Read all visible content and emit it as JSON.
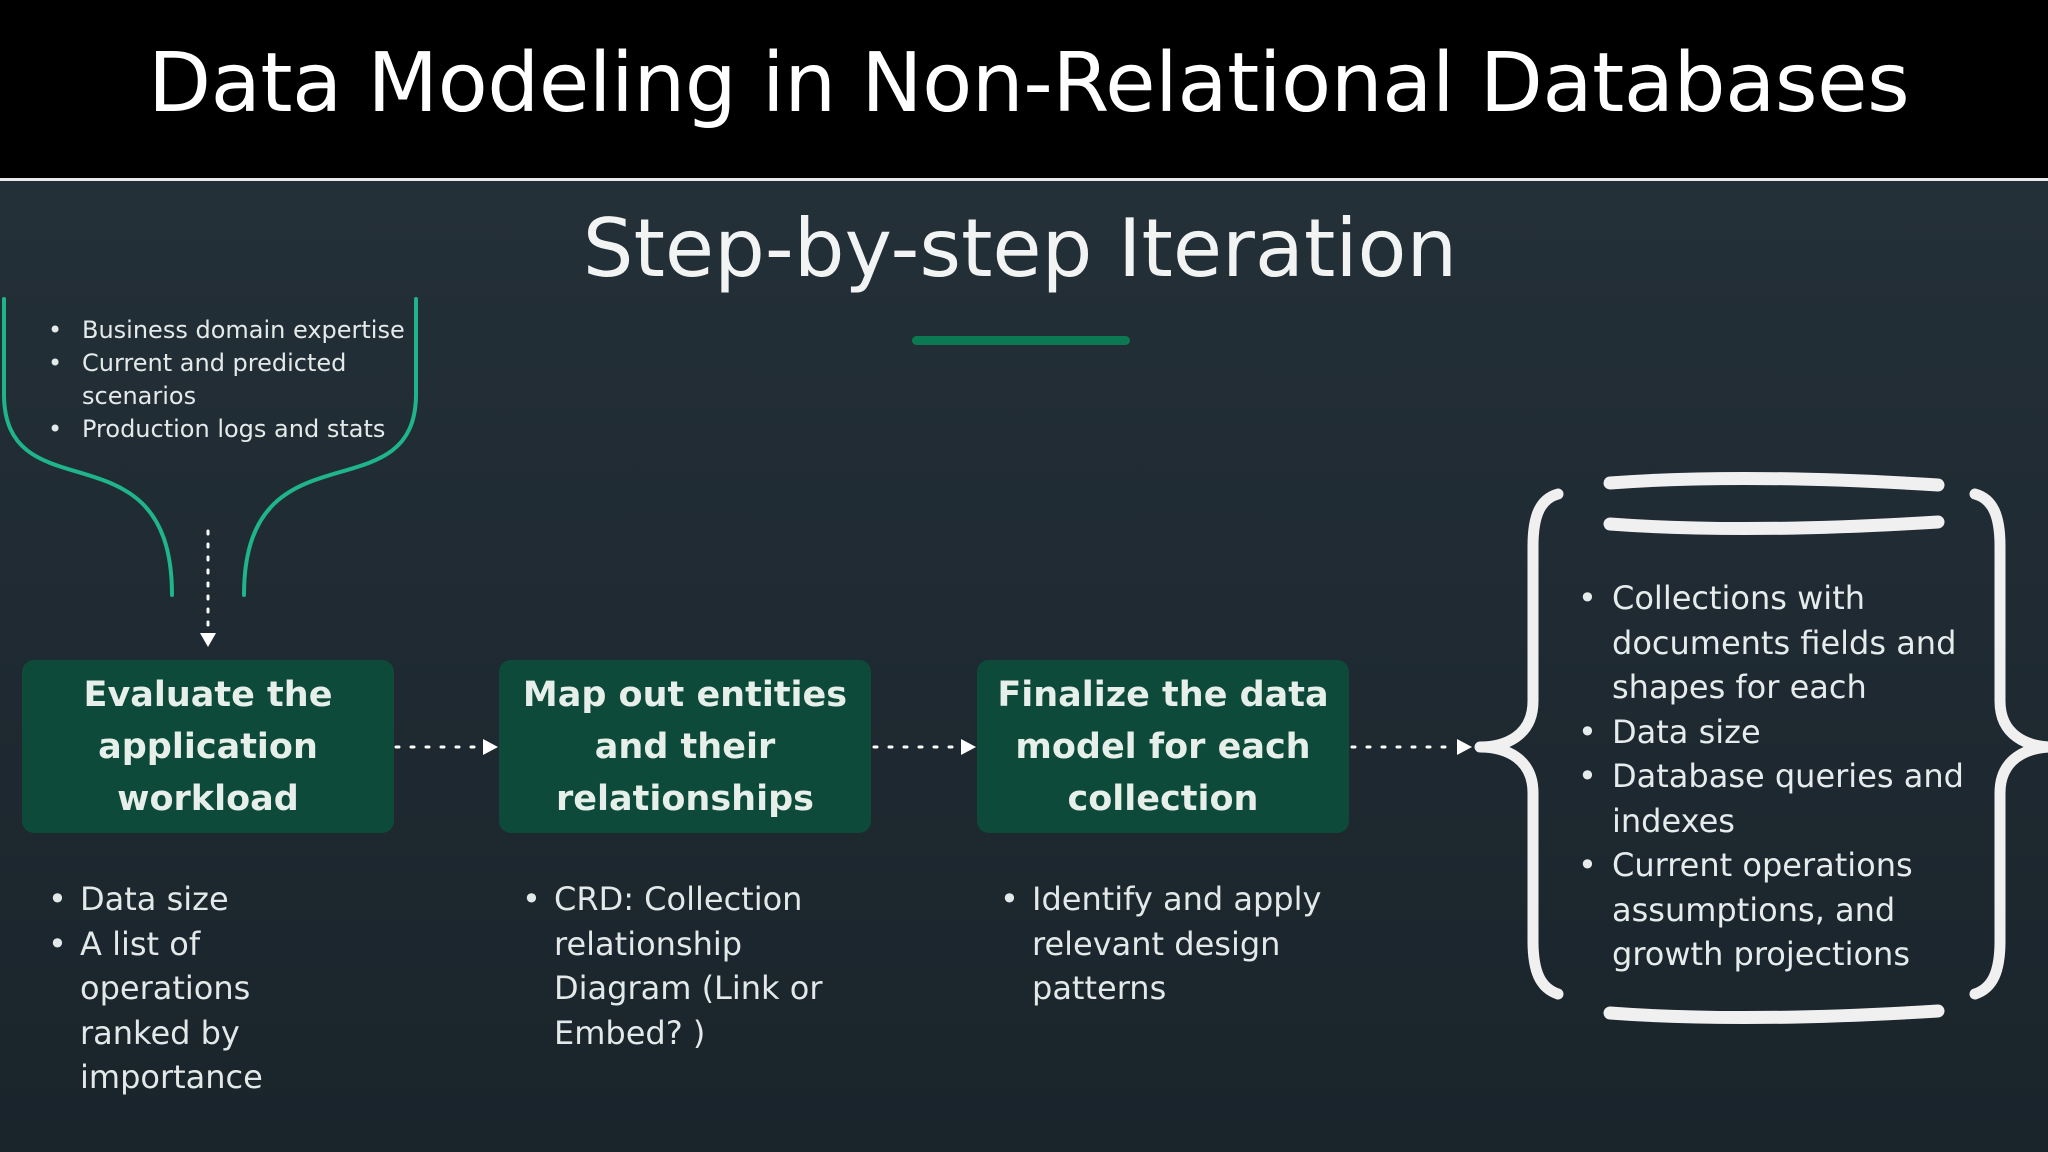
{
  "header": {
    "title": "Data Modeling in Non-Relational Databases"
  },
  "slide": {
    "subtitle": "Step-by-step Iteration",
    "inputs": [
      "Business domain expertise",
      "Current and predicted scenarios",
      "Production logs and stats"
    ],
    "steps": [
      {
        "label": "Evaluate the application workload",
        "outputs": [
          "Data size",
          "A list of operations ranked by importance"
        ]
      },
      {
        "label": "Map out entities and their relationships",
        "outputs": [
          "CRD: Collection relationship Diagram (Link or Embed? )"
        ]
      },
      {
        "label": "Finalize the data model for each collection",
        "outputs": [
          "Identify and apply relevant design patterns"
        ]
      }
    ],
    "result": [
      "Collections with documents fields and shapes for each",
      "Data size",
      "Database queries and indexes",
      "Current operations assumptions, and growth projections"
    ]
  },
  "bullet_char": "•",
  "colors": {
    "title_bar": "#000000",
    "slide_background": "#1f2a32",
    "step_box": "#0d4a39",
    "accent_green": "#0b7a52",
    "funnel_line": "#1fb48a",
    "bracket_white": "#f0f0f0",
    "text": "#e6ebec"
  },
  "icons": {
    "funnel": "funnel-bracket-icon",
    "database": "database-cylinder-icon",
    "arrow": "dotted-arrow-icon"
  }
}
